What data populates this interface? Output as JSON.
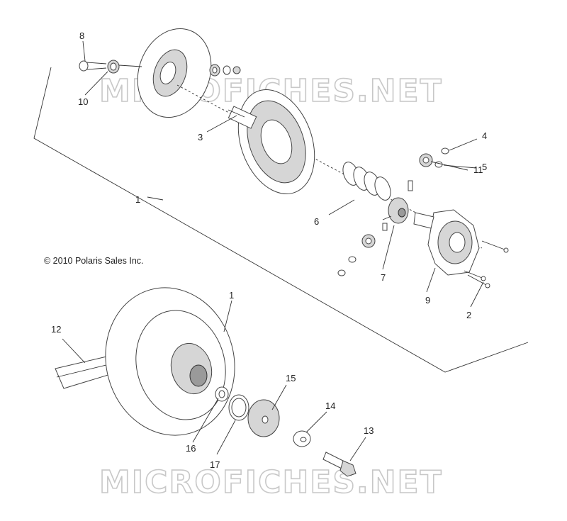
{
  "copyright": "© 2010 Polaris Sales Inc.",
  "watermark": "MICROFICHES.NET",
  "callouts": {
    "c1a": "1",
    "c1b": "1",
    "c2": "2",
    "c3": "3",
    "c4": "4",
    "c5": "5",
    "c6": "6",
    "c7": "7",
    "c8": "8",
    "c9": "9",
    "c10": "10",
    "c11": "11",
    "c12": "12",
    "c13": "13",
    "c14": "14",
    "c15": "15",
    "c16": "16",
    "c17": "17"
  },
  "colors": {
    "line": "#333333",
    "watermark": "#c8c8c8",
    "part_fill": "#ffffff",
    "part_shade": "#d6d6d6"
  }
}
